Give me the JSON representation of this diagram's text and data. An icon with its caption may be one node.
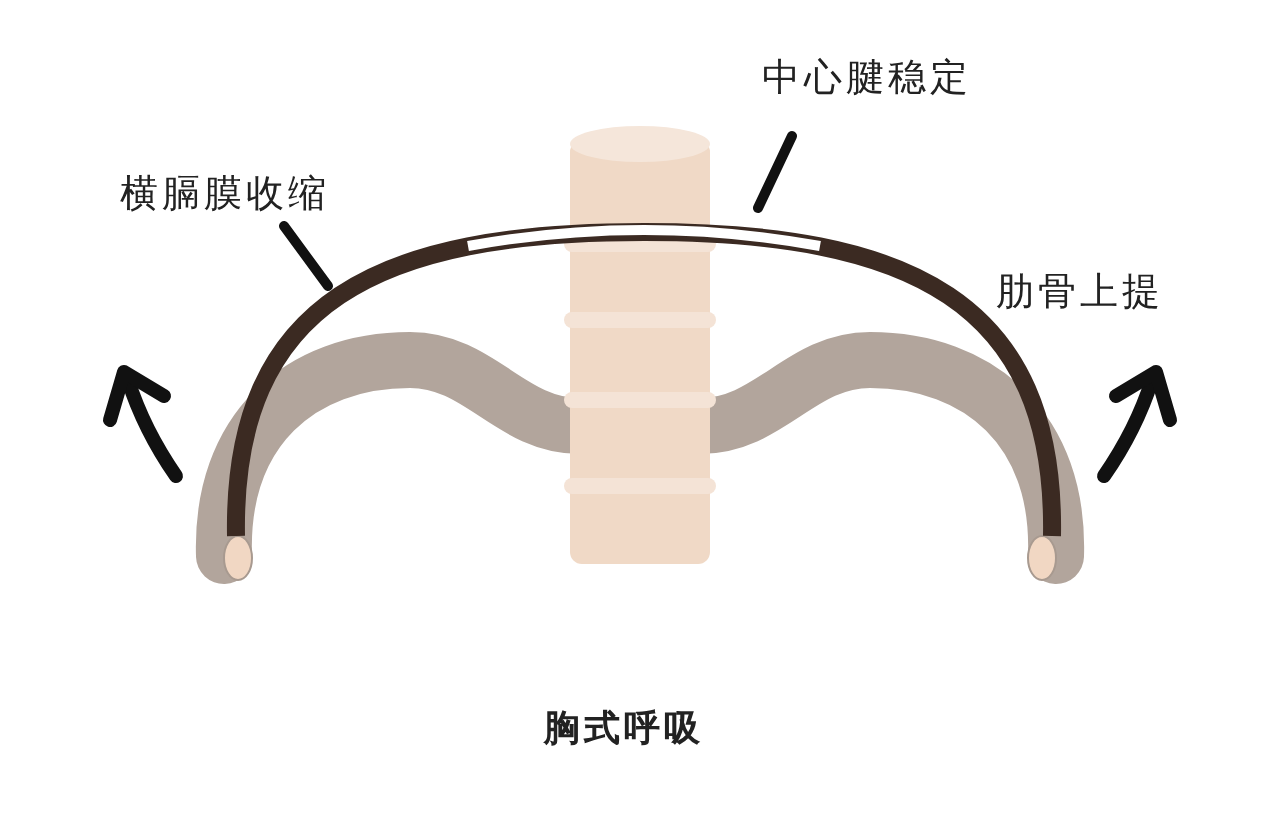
{
  "diagram": {
    "caption": "胸式呼吸",
    "nodes": [
      {
        "text": [
          "中心腱稳定"
        ]
      },
      {
        "text": [
          "横膈膜收缩"
        ]
      },
      {
        "text": [],
        "shape": "bar",
        "in": 3
      },
      {
        "text": [],
        "shape": "arc"
      }
    ],
    "edges": [
      {
        "from": 0,
        "to": 2,
        "arrow": "none"
      },
      {
        "from": 1,
        "to": 3,
        "arrow": "none"
      }
    ],
    "labels": [
      "肋骨上提"
    ]
  }
}
